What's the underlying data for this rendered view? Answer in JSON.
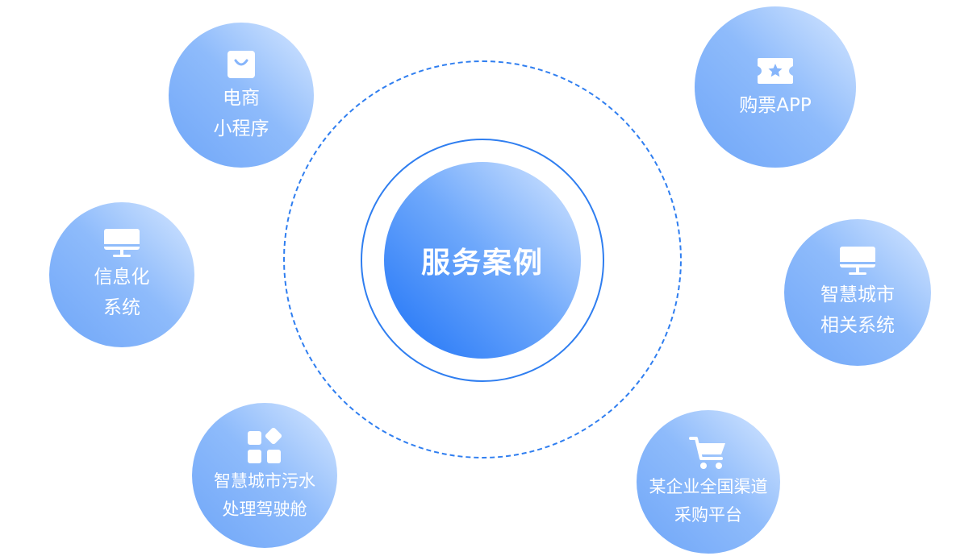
{
  "center": {
    "title": "服务案例"
  },
  "nodes": {
    "ecommerce": {
      "label": "电商\n小程序",
      "icon": "shopping-bag-icon"
    },
    "ticket": {
      "label": "购票APP",
      "icon": "ticket-star-icon"
    },
    "info": {
      "label": "信息化\n系统",
      "icon": "monitor-icon"
    },
    "smartcity": {
      "label": "智慧城市\n相关系统",
      "icon": "monitor-icon"
    },
    "sewage": {
      "label": "智慧城市污水\n处理驾驶舱",
      "icon": "apps-grid-icon"
    },
    "procurement": {
      "label": "某企业全国渠道\n采购平台",
      "icon": "shopping-cart-icon"
    }
  },
  "colors": {
    "accent": "#2f7ef0",
    "core_gradient": [
      "#d8e8ff",
      "#6ea8fb",
      "#1d72f7"
    ],
    "node_gradient": [
      "#d6e7ff",
      "#8ebbfb",
      "#6fa6f8"
    ]
  }
}
